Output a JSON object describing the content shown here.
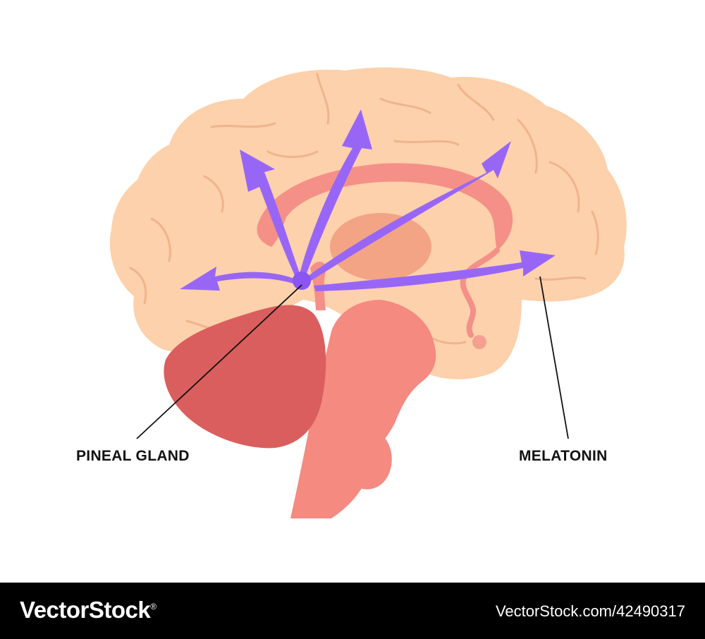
{
  "labels": {
    "pineal_gland": "PINEAL GLAND",
    "melatonin": "MELATONIN"
  },
  "footer": {
    "brand": "VectorStock",
    "registered_mark": "®",
    "image_id": "VectorStock.com/42490317"
  },
  "colors": {
    "cerebrum": "#fdd1ab",
    "sulci": "#f0b48c",
    "corpus_callosum": "#f49088",
    "thalamus": "#f2a485",
    "cerebellum": "#db5e5e",
    "brainstem": "#f48a80",
    "melatonin_arrows": "#9866f7",
    "pineal_gland": "#8a55f2",
    "leader_lines": "#111111",
    "footer_bg": "#000000",
    "footer_text": "#ffffff"
  }
}
